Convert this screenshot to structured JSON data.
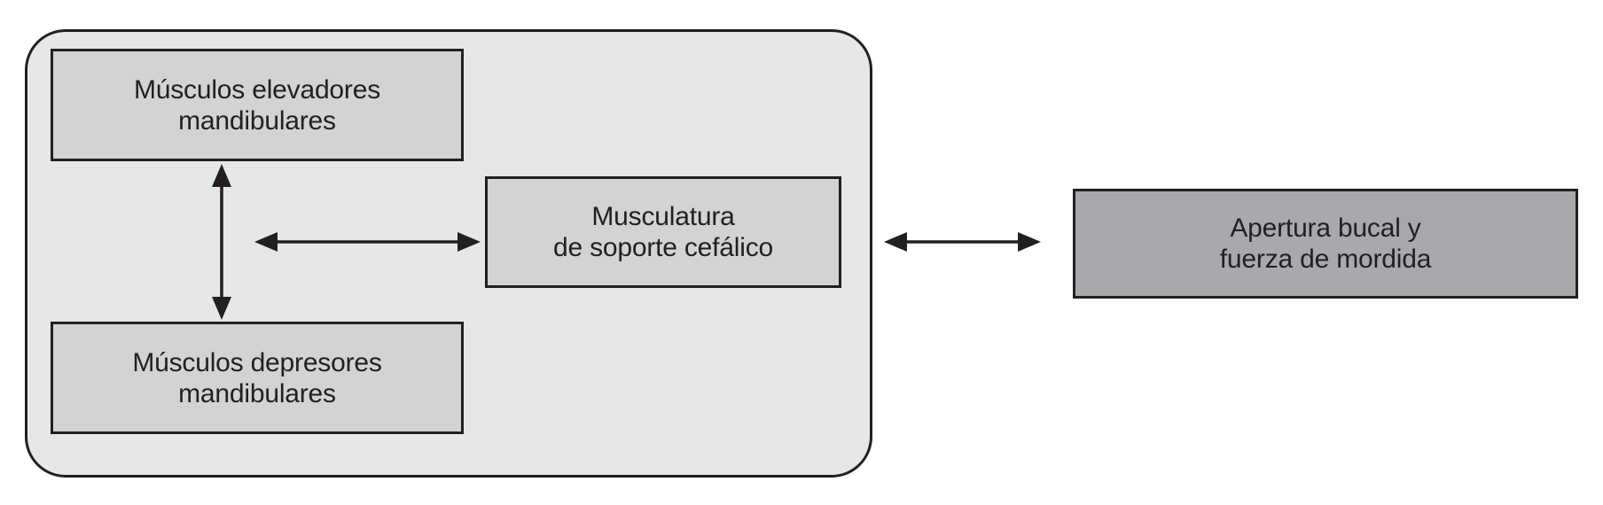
{
  "colors": {
    "page_bg": "#ffffff",
    "container_fill": "#e6e7e8",
    "inner_box_fill": "#d1d3d4",
    "outer_box_fill": "#a7a9ac",
    "line_color": "#231f20",
    "text_color": "#231f20"
  },
  "diagram": {
    "boxes": {
      "elevadores": "Músculos elevadores\nmandibulares",
      "depresores": "Músculos depresores\nmandibulares",
      "soporte": "Musculatura\nde soporte cefálico",
      "apertura": "Apertura bucal y\nfuerza de mordida"
    },
    "relations": [
      {
        "from": "Músculos elevadores mandibulares",
        "to": "Músculos depresores mandibulares",
        "type": "bidirectional"
      },
      {
        "from": "Músculos elevadores y depresores mandibulares",
        "to": "Musculatura de soporte cefálico",
        "type": "bidirectional"
      },
      {
        "from": "Grupo muscular (contenedor)",
        "to": "Apertura bucal y fuerza de mordida",
        "type": "bidirectional"
      }
    ]
  }
}
